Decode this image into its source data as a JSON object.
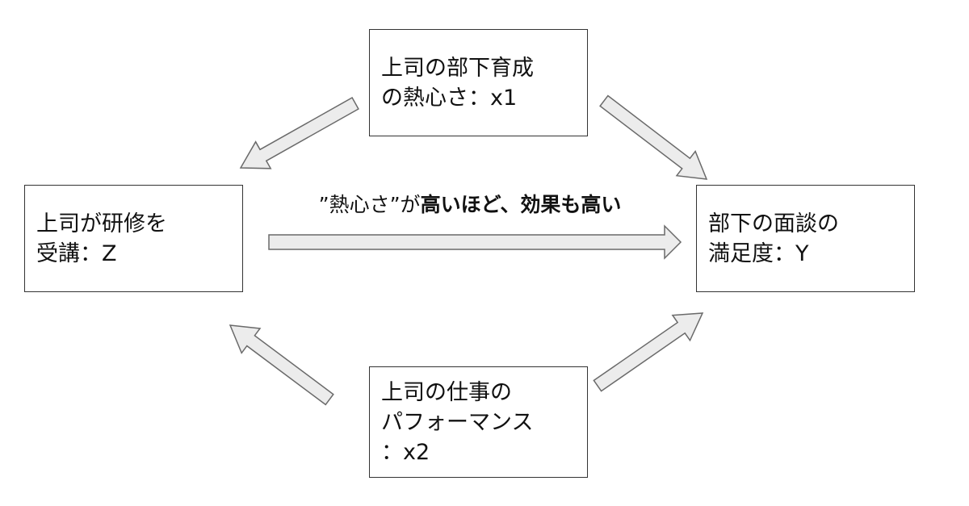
{
  "nodes": {
    "x1": {
      "lines": [
        "上司の部下育成",
        "の熱心さ：x1"
      ]
    },
    "z": {
      "lines": [
        "上司が研修を",
        "受講：Z"
      ]
    },
    "y": {
      "lines": [
        "部下の面談の",
        "満足度：Y"
      ]
    },
    "x2": {
      "lines": [
        "上司の仕事の",
        "パフォーマンス",
        "：x2"
      ]
    }
  },
  "main_arrow_label": {
    "prefix": "”熱心さ”が",
    "emphasis": "高いほど、効果も高い"
  },
  "edges": [
    {
      "from": "x1",
      "to": "z"
    },
    {
      "from": "x1",
      "to": "y"
    },
    {
      "from": "z",
      "to": "y"
    },
    {
      "from": "x2",
      "to": "z"
    },
    {
      "from": "x2",
      "to": "y"
    }
  ],
  "colors": {
    "arrow_fill": "#ececec",
    "arrow_stroke": "#6a6a6a",
    "box_border": "#333333",
    "text": "#111111"
  }
}
